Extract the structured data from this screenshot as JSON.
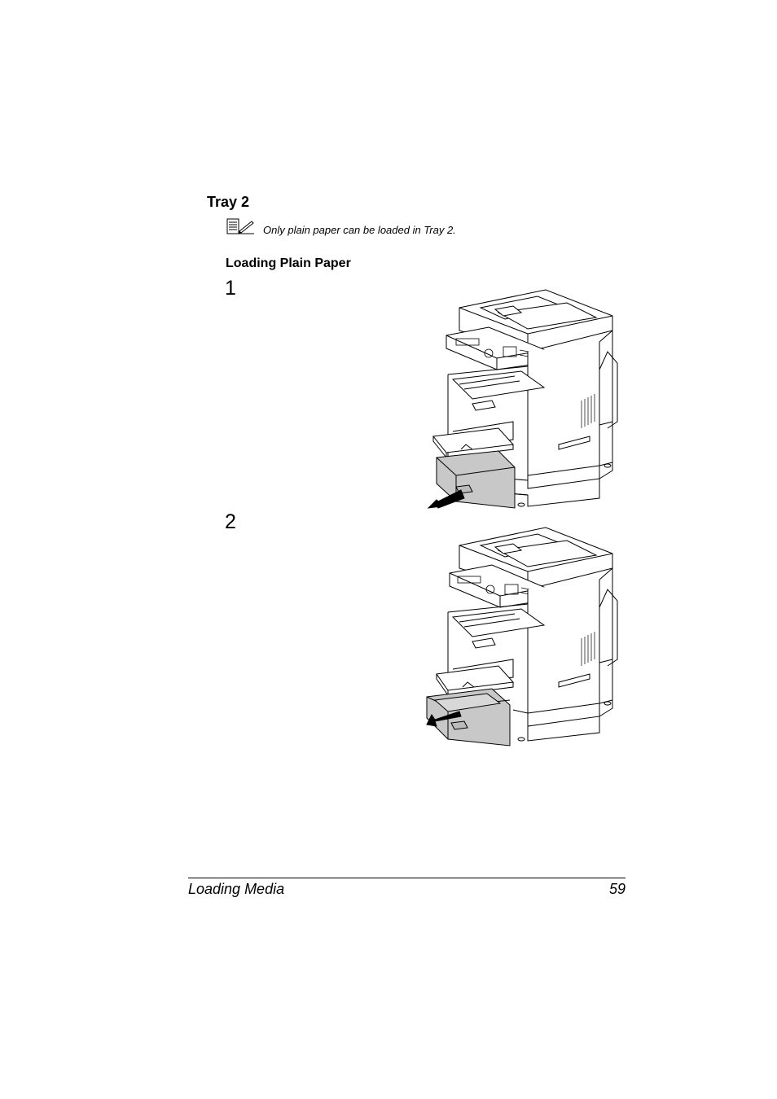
{
  "section": {
    "title": "Tray 2"
  },
  "note": {
    "icon": "note-pencil-icon",
    "text": "Only plain paper can be loaded in Tray 2."
  },
  "subsection": {
    "title": "Loading Plain Paper"
  },
  "steps": [
    {
      "number": "1",
      "illustration": "printer-tray2-pull-out-icon"
    },
    {
      "number": "2",
      "illustration": "printer-tray2-lid-remove-icon"
    }
  ],
  "footer": {
    "chapter": "Loading Media",
    "page_number": "59"
  }
}
